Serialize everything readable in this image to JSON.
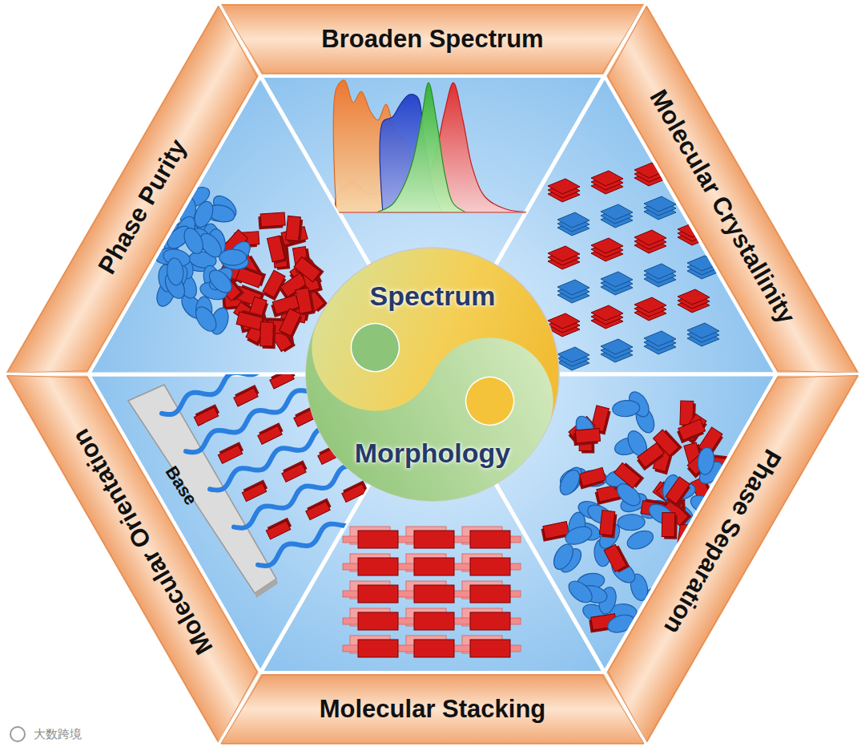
{
  "diagram": {
    "nodes": [
      {
        "text": [
          "Broaden Spectrum"
        ]
      },
      {
        "text": [
          "Phase Purity"
        ]
      },
      {
        "text": [
          "Molecular Crystallinity"
        ]
      },
      {
        "text": [
          "Spectrum",
          "Morphology"
        ]
      },
      {
        "text": [
          "Molecular Orientation"
        ]
      },
      {
        "text": [
          "Phase Separation"
        ]
      },
      {
        "text": [
          "Molecular Stacking"
        ]
      }
    ],
    "labels": [
      "Base",
      "大数跨境"
    ]
  }
}
